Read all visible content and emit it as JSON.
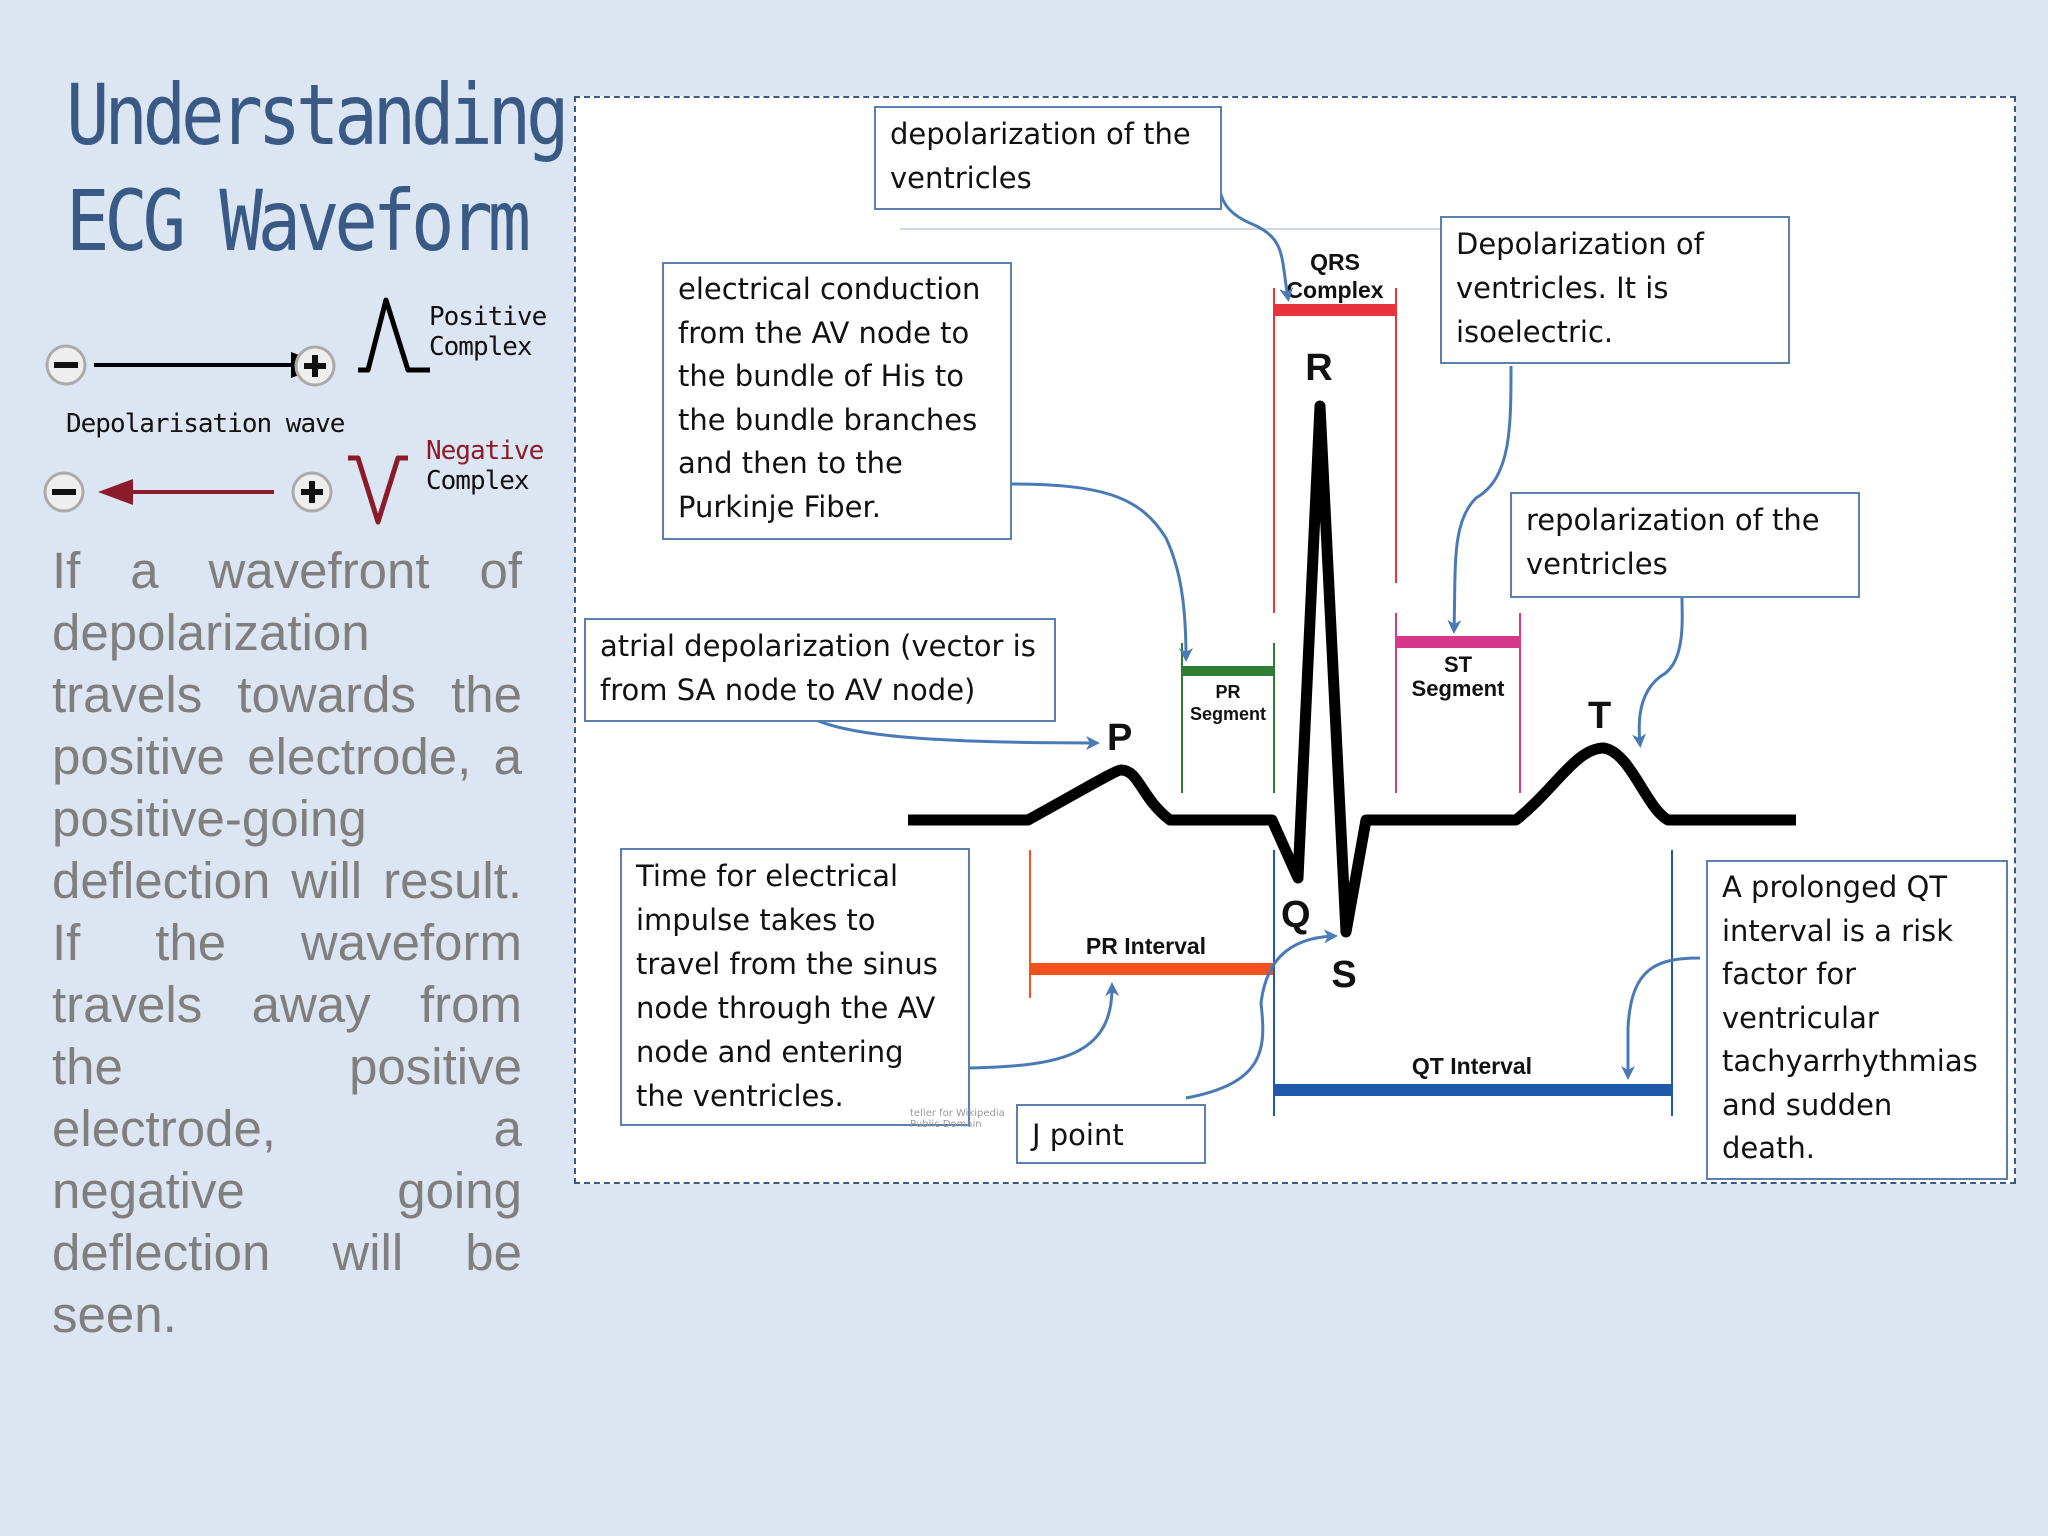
{
  "title": {
    "line1": "Understanding",
    "line2": "ECG Waveform"
  },
  "legend": {
    "positive_label_1": "Positive",
    "positive_label_2": "Complex",
    "wave_label": "Depolarisation wave",
    "negative_label_1": "Negative",
    "negative_label_2": "Complex",
    "negative_color": "#8b1a2b"
  },
  "body_text": "If a wavefront of depolarization travels towards the positive electrode, a positive-going deflection will result. If the waveform travels away from the positive electrode, a negative going deflection will be seen.",
  "diagram": {
    "waves": {
      "p": "P",
      "q": "Q",
      "r": "R",
      "s": "S",
      "t": "T"
    },
    "segments": {
      "qrs_1": "QRS",
      "qrs_2": "Complex",
      "pr_seg_1": "PR",
      "pr_seg_2": "Segment",
      "st_seg_1": "ST",
      "st_seg_2": "Segment",
      "pr_interval": "PR Interval",
      "qt_interval": "QT Interval"
    },
    "colors": {
      "qrs": "#e8323c",
      "pr_segment": "#2e7d32",
      "st_segment": "#d6388c",
      "pr_interval": "#f4511e",
      "qt_interval": "#1e5aa8",
      "arrow": "#4a7ab5"
    },
    "callouts": {
      "qrs_depol": "depolarization of the ventricles",
      "av_conduction": "electrical conduction from the AV node to the bundle of His to the bundle branches and then to the Purkinje Fiber.",
      "st_isoelectric": "Depolarization of ventricles. It is isoelectric.",
      "repolarization": "repolarization of the ventricles",
      "atrial": "atrial depolarization (vector is from SA node to AV node)",
      "pr_time": "Time for electrical impulse takes to travel from the sinus node through the AV node and entering the ventricles.",
      "j_point": "J point",
      "qt_risk": "A prolonged QT interval is a risk factor for ventricular tachyarrhythmias and sudden death."
    },
    "credit_1": "teller for Wikipedia",
    "credit_2": "Public Domain"
  }
}
